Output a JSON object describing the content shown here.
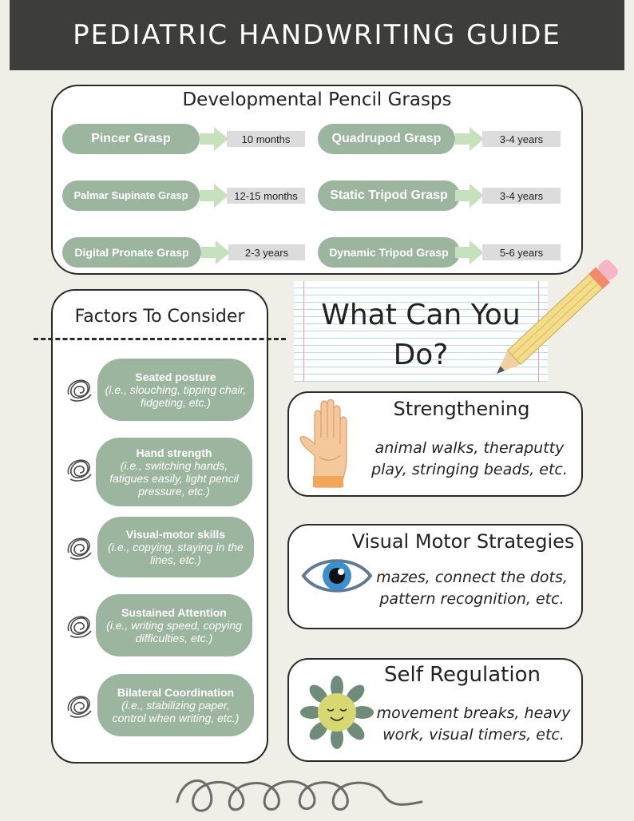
{
  "header": {
    "title": "PEDIATRIC HANDWRITING GUIDE"
  },
  "grasps": {
    "title": "Developmental Pencil Grasps",
    "items": [
      {
        "name": "Pincer Grasp",
        "age": "10 months"
      },
      {
        "name": "Palmar Supinate Grasp",
        "age": "12-15 months"
      },
      {
        "name": "Digital Pronate Grasp",
        "age": "2-3 years"
      },
      {
        "name": "Quadrupod Grasp",
        "age": "3-4 years"
      },
      {
        "name": "Static Tripod Grasp",
        "age": "3-4 years"
      },
      {
        "name": "Dynamic Tripod Grasp",
        "age": "5-6 years"
      }
    ]
  },
  "factors": {
    "title": "Factors To Consider",
    "items": [
      {
        "name": "Seated posture",
        "desc": "(i.e., slouching, tipping chair, fidgeting, etc.)"
      },
      {
        "name": "Hand strength",
        "desc": "(i.e., switching hands, fatigues easily, light pencil pressure, etc.)"
      },
      {
        "name": "Visual-motor skills",
        "desc": "(i.e., copying, staying in the lines, etc.)"
      },
      {
        "name": "Sustained Attention",
        "desc": "(i.e., writing speed, copying difficulties, etc.)"
      },
      {
        "name": "Bilateral Coordination",
        "desc": "(i.e., stabilizing paper, control when writing, etc.)"
      }
    ]
  },
  "what_can_you_do": {
    "line1": "What Can You",
    "line2": "Do?"
  },
  "strategies": [
    {
      "title": "Strengthening",
      "desc_line1": "animal walks, theraputty",
      "desc_line2": "play, stringing beads, etc.",
      "icon": "hand-icon"
    },
    {
      "title": "Visual Motor Strategies",
      "desc_line1": "mazes, connect the dots,",
      "desc_line2": "pattern recognition, etc.",
      "icon": "eye-icon"
    },
    {
      "title": "Self Regulation",
      "desc_line1": "movement breaks, heavy",
      "desc_line2": "work, visual timers, etc.",
      "icon": "flower-face-icon"
    }
  ],
  "colors": {
    "header_bg": "#3d3d3b",
    "pill_green": "#9cb59f",
    "arrow_green": "#c6e2bc",
    "background": "#efefe8"
  }
}
